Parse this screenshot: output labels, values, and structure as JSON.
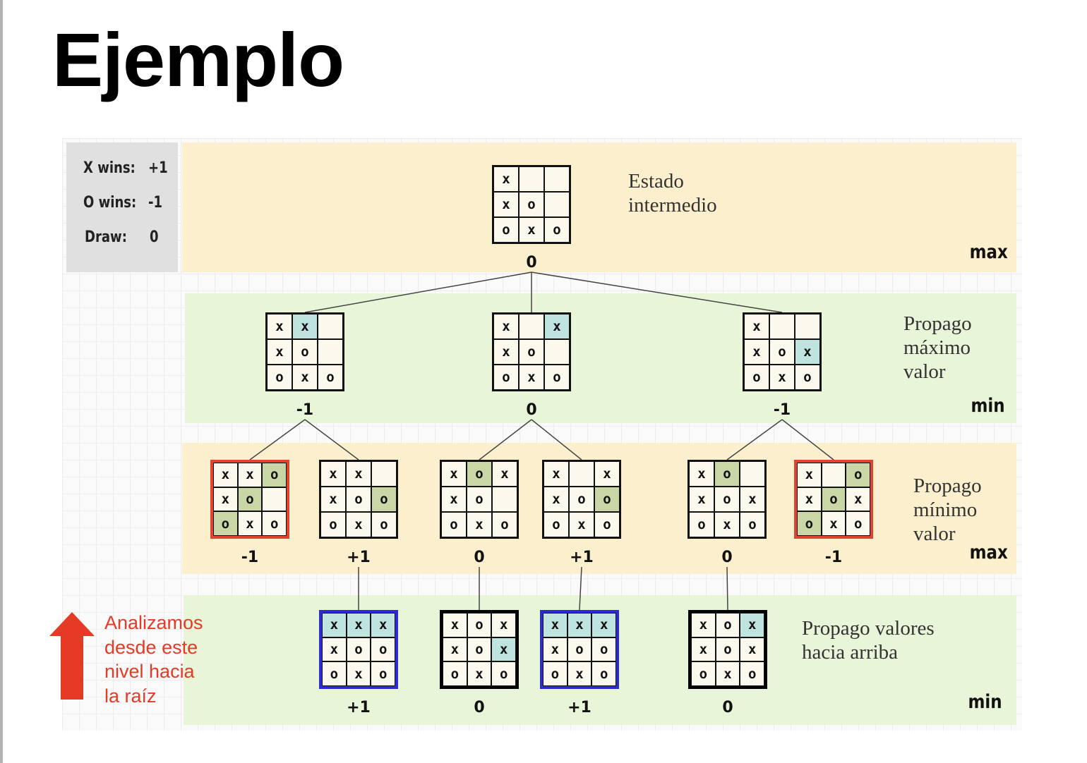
{
  "title": "Ejemplo",
  "legend": [
    {
      "label": "X wins:",
      "value": "+1"
    },
    {
      "label": "O wins:",
      "value": "-1"
    },
    {
      "label": "Draw:",
      "value": "0"
    }
  ],
  "levels": [
    {
      "tag": "max",
      "caption": "Estado\nintermedio",
      "band": "orange"
    },
    {
      "tag": "min",
      "caption": "Propago\nmáximo\nvalor",
      "band": "green"
    },
    {
      "tag": "max",
      "caption": "Propago\nmínimo\nvalor",
      "band": "orange"
    },
    {
      "tag": "min",
      "caption": "Propago valores\nhacia arriba",
      "band": "green"
    }
  ],
  "note": "Analizamos\ndesde este\nnivel hacia\nla raíz",
  "colors": {
    "orange_band": "#fbefcd",
    "green_band": "#e9f5d8",
    "new_move_highlight": "#bfe3df",
    "terminal_highlight": "#c9d6a6",
    "terminal_loss_border": "#e0442f",
    "win_border": "#2b2bd6",
    "draw_border": "#000000",
    "note_text": "#e53a25"
  },
  "nodes": [
    {
      "id": "root",
      "level": 0,
      "parent": null,
      "score": "0",
      "border": "normal",
      "cells": [
        "x",
        "",
        "",
        "x",
        "o",
        "",
        "o",
        "x",
        "o"
      ],
      "hl": []
    },
    {
      "id": "a",
      "level": 1,
      "parent": "root",
      "score": "-1",
      "border": "normal",
      "cells": [
        "x",
        "x",
        "",
        "x",
        "o",
        "",
        "o",
        "x",
        "o"
      ],
      "hl": [
        1
      ],
      "hlcolor": "new"
    },
    {
      "id": "b",
      "level": 1,
      "parent": "root",
      "score": "0",
      "border": "normal",
      "cells": [
        "x",
        "",
        "x",
        "x",
        "o",
        "",
        "o",
        "x",
        "o"
      ],
      "hl": [
        2
      ],
      "hlcolor": "new"
    },
    {
      "id": "c",
      "level": 1,
      "parent": "root",
      "score": "-1",
      "border": "normal",
      "cells": [
        "x",
        "",
        "",
        "x",
        "o",
        "x",
        "o",
        "x",
        "o"
      ],
      "hl": [
        5
      ],
      "hlcolor": "new"
    },
    {
      "id": "a1",
      "level": 2,
      "parent": "a",
      "score": "-1",
      "border": "red",
      "cells": [
        "x",
        "x",
        "o",
        "x",
        "o",
        "",
        "o",
        "x",
        "o"
      ],
      "hl": [
        2,
        4,
        6
      ],
      "hlcolor": "term"
    },
    {
      "id": "a2",
      "level": 2,
      "parent": "a",
      "score": "+1",
      "border": "normal",
      "cells": [
        "x",
        "x",
        "",
        "x",
        "o",
        "o",
        "o",
        "x",
        "o"
      ],
      "hl": [
        5
      ],
      "hlcolor": "term"
    },
    {
      "id": "b1",
      "level": 2,
      "parent": "b",
      "score": "0",
      "border": "normal",
      "cells": [
        "x",
        "o",
        "x",
        "x",
        "o",
        "",
        "o",
        "x",
        "o"
      ],
      "hl": [
        1
      ],
      "hlcolor": "term"
    },
    {
      "id": "b2",
      "level": 2,
      "parent": "b",
      "score": "+1",
      "border": "normal",
      "cells": [
        "x",
        "",
        "x",
        "x",
        "o",
        "o",
        "o",
        "x",
        "o"
      ],
      "hl": [
        5
      ],
      "hlcolor": "term"
    },
    {
      "id": "c1",
      "level": 2,
      "parent": "c",
      "score": "0",
      "border": "normal",
      "cells": [
        "x",
        "o",
        "",
        "x",
        "o",
        "x",
        "o",
        "x",
        "o"
      ],
      "hl": [
        1
      ],
      "hlcolor": "term"
    },
    {
      "id": "c2",
      "level": 2,
      "parent": "c",
      "score": "-1",
      "border": "red",
      "cells": [
        "x",
        "",
        "o",
        "x",
        "o",
        "x",
        "o",
        "x",
        "o"
      ],
      "hl": [
        2,
        4,
        6
      ],
      "hlcolor": "term"
    },
    {
      "id": "a2a",
      "level": 3,
      "parent": "a2",
      "score": "+1",
      "border": "blue",
      "cells": [
        "x",
        "x",
        "x",
        "x",
        "o",
        "o",
        "o",
        "x",
        "o"
      ],
      "hl": [
        0,
        1,
        2
      ],
      "hlcolor": "new"
    },
    {
      "id": "b1a",
      "level": 3,
      "parent": "b1",
      "score": "0",
      "border": "black",
      "cells": [
        "x",
        "o",
        "x",
        "x",
        "o",
        "x",
        "o",
        "x",
        "o"
      ],
      "hl": [
        5
      ],
      "hlcolor": "new"
    },
    {
      "id": "b2a",
      "level": 3,
      "parent": "b2",
      "score": "+1",
      "border": "blue",
      "cells": [
        "x",
        "x",
        "x",
        "x",
        "o",
        "o",
        "o",
        "x",
        "o"
      ],
      "hl": [
        0,
        1,
        2
      ],
      "hlcolor": "new"
    },
    {
      "id": "c1a",
      "level": 3,
      "parent": "c1",
      "score": "0",
      "border": "black",
      "cells": [
        "x",
        "o",
        "x",
        "x",
        "o",
        "x",
        "o",
        "x",
        "o"
      ],
      "hl": [
        2
      ],
      "hlcolor": "new"
    }
  ]
}
